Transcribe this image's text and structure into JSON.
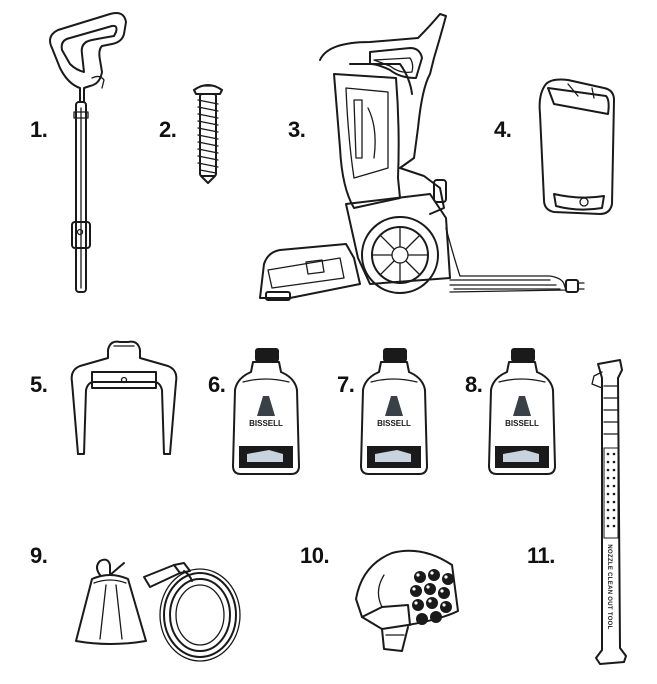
{
  "parts": [
    {
      "number": "1.",
      "icon": "handle-icon"
    },
    {
      "number": "2.",
      "icon": "screw-icon"
    },
    {
      "number": "3.",
      "icon": "carpet-cleaner-body-icon"
    },
    {
      "number": "4.",
      "icon": "tank-icon"
    },
    {
      "number": "5.",
      "icon": "hose-clip-icon"
    },
    {
      "number": "6.",
      "icon": "formula-bottle-icon",
      "brand": "BISSELL"
    },
    {
      "number": "7.",
      "icon": "formula-bottle-icon",
      "brand": "BISSELL"
    },
    {
      "number": "8.",
      "icon": "formula-bottle-icon",
      "brand": "BISSELL"
    },
    {
      "number": "9.",
      "icon": "tool-bag-and-hose-icon"
    },
    {
      "number": "10.",
      "icon": "brush-tool-icon"
    },
    {
      "number": "11.",
      "icon": "nozzle-clean-out-tool-icon",
      "label": "NOZZLE CLEAN OUT TOOL"
    }
  ],
  "colors": {
    "bottle_fill": "#c9d3de",
    "ink": "#1a1a1a",
    "background": "#ffffff"
  }
}
